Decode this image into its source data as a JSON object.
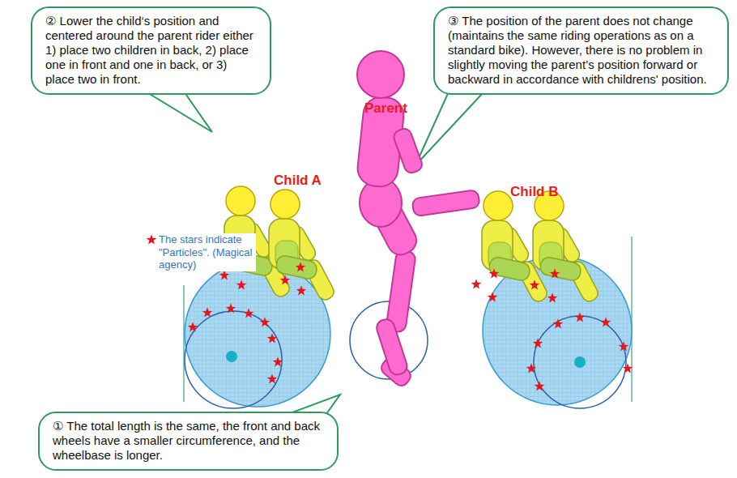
{
  "diagram": {
    "nodes": [
      {
        "text": [
          "② Lower the child‘s position and centered around the parent rider either 1) place two children in back, 2) place one in front and one in back, or 3) place two in front."
        ]
      },
      {
        "text": [
          "③ The position of the parent does not change (maintains the same riding operations as on a standard bike). However, there is no problem in slightly moving the parent’s position forward or backward in accordance with childrens' position."
        ]
      },
      {
        "text": [
          "① The total length is the same, the front and back wheels have a smaller circumference, and the wheelbase is longer."
        ]
      }
    ],
    "labels": [
      "Parent",
      "Child A",
      "Child B"
    ],
    "legend": [
      {
        "text": "The stars indicate \"Particles\". (Magical agency)"
      }
    ]
  }
}
